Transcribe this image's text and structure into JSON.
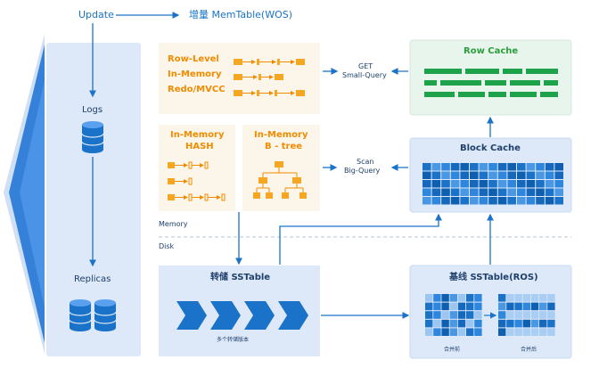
{
  "top": {
    "update_label": "Update",
    "memtable_label": "增量 MemTable(WOS)"
  },
  "left_panel": {
    "logs_label": "Logs",
    "replicas_label": "Replicas"
  },
  "row_level_box": {
    "line1": "Row-Level",
    "line2": "In-Memory",
    "line3": "Redo/MVCC"
  },
  "hash_box": {
    "line1": "In-Memory",
    "line2": "HASH"
  },
  "btree_box": {
    "line1": "In-Memory",
    "line2": "B - tree"
  },
  "get_label": {
    "line1": "GET",
    "line2": "Small-Query"
  },
  "scan_label": {
    "line1": "Scan",
    "line2": "Big-Query"
  },
  "row_cache": {
    "title": "Row Cache"
  },
  "block_cache": {
    "title": "Block Cache"
  },
  "divider": {
    "memory_label": "Memory",
    "disk_label": "Disk"
  },
  "dump_sstable": {
    "title": "转储 SSTable",
    "caption": "多个转储版本"
  },
  "base_sstable": {
    "title": "基线 SSTable(ROS)",
    "before_label": "合并前",
    "after_label": "合并后"
  },
  "colors": {
    "accent_blue": "#1a73c8",
    "orange": "#f08c00",
    "green": "#2a9d3c",
    "panel_blue": "#dde9f8"
  }
}
